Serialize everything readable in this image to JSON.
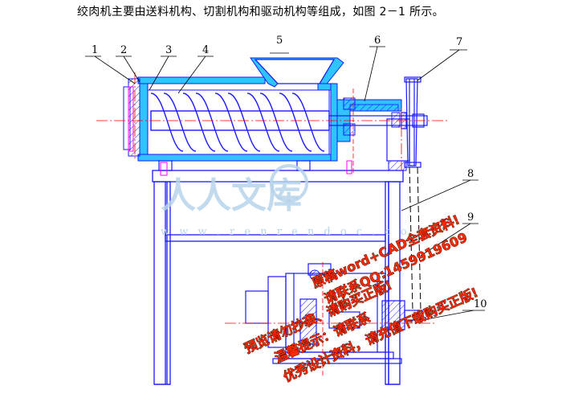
{
  "caption": "绞肉机主要由送料机构、切割机构和驱动机构等组成，如图 2－1 所示。",
  "part_labels": [
    "1",
    "2",
    "3",
    "4",
    "5",
    "6",
    "7",
    "8",
    "9",
    "10"
  ],
  "watermark": {
    "logo_text": "人人文库",
    "url_text": "w w w . r e n r e n d o c . c o m"
  },
  "notice_lines": [
    "原稿word+CAD全套资料!",
    "请联系QQ:1459919609",
    "预览请勿抄袭、请购买正版!",
    "温馨提示：请联系",
    "优秀设计资料，请充值下载购买正版!"
  ],
  "colors": {
    "outline": "#1a1aff",
    "housing_fill": "#2ec5ff",
    "centerline": "#ff0000",
    "marks": "#ff00ff",
    "notice": "#ff2a00"
  }
}
